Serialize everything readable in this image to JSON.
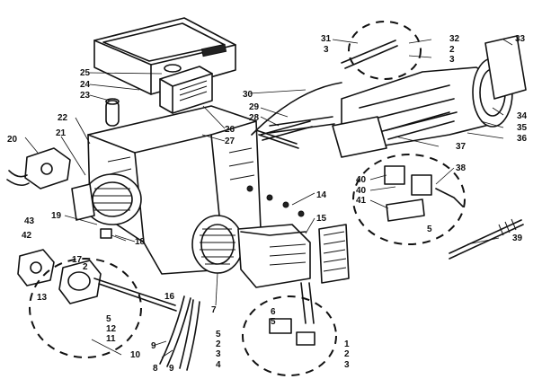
{
  "callouts": {
    "c1": "1",
    "c2": "2",
    "c3": "3",
    "c4": "4",
    "c5": "5",
    "c6": "6",
    "c7": "7",
    "c8": "8",
    "c9": "9",
    "c10": "10",
    "c11": "11",
    "c12": "12",
    "c13": "13",
    "c14": "14",
    "c15": "15",
    "c16": "16",
    "c17": "17",
    "c18": "18",
    "c19": "19",
    "c20": "20",
    "c21": "21",
    "c22": "22",
    "c23": "23",
    "c24": "24",
    "c25": "25",
    "c26": "26",
    "c27": "27",
    "c28": "28",
    "c29": "29",
    "c30": "30",
    "c31": "31",
    "c32": "32",
    "c33": "33",
    "c34": "34",
    "c35": "35",
    "c36": "36",
    "c37": "37",
    "c38": "38",
    "c39": "39",
    "c40": "40",
    "c41": "41",
    "c42": "42",
    "c43": "43"
  }
}
